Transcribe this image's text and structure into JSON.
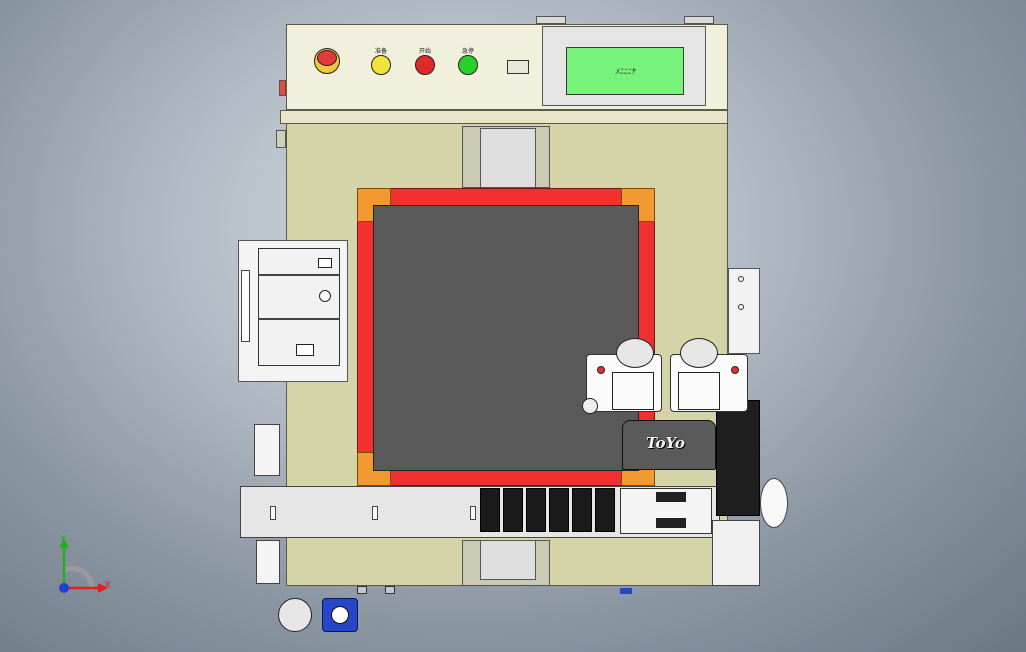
{
  "control_panel": {
    "buttons": [
      {
        "label": "",
        "color": "#e23b3b",
        "kind": "emergency-stop"
      },
      {
        "label": "准备",
        "color": "#f0e43a",
        "kind": "push-button"
      },
      {
        "label": "开始",
        "color": "#e02a2a",
        "kind": "push-button"
      },
      {
        "label": "急停",
        "color": "#2ad02a",
        "kind": "push-button"
      }
    ],
    "display_text": "ﾒﾆﾆﾆﾔ"
  },
  "actuator": {
    "brand": "ToYo"
  },
  "axis_triad": {
    "y_label": "Y",
    "x_label": "X",
    "y_color": "#22b022",
    "x_color": "#e02020",
    "z_color": "#2040d0"
  },
  "colors": {
    "cabinet": "#d4d4a8",
    "window_frame": "#f23030",
    "window_corners": "#f29a30",
    "window_glass": "#595959",
    "hmi_screen": "#77f27a"
  }
}
